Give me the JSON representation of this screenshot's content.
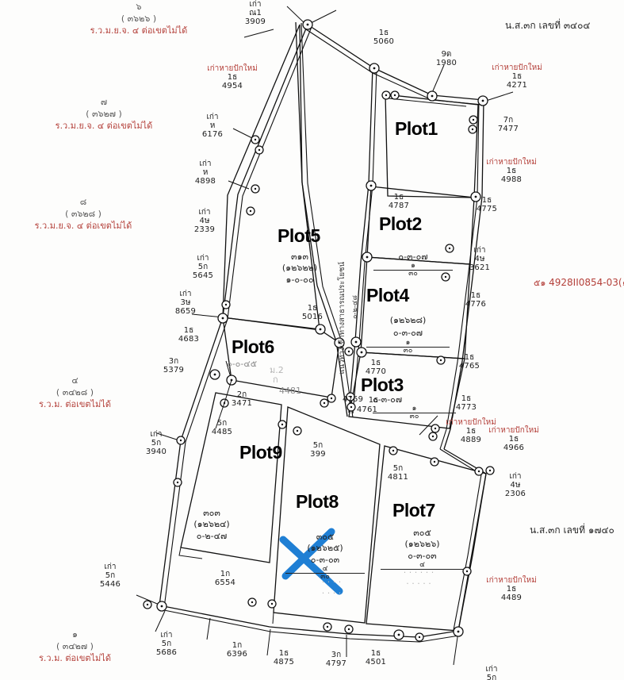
{
  "document": {
    "type": "cadastral-plot-map",
    "title_top_right": "น.ส.๓ก เลขที่ ๓๔๐๔",
    "title_bottom_right": "น.ส.๓ก เลขที่ ๑๗๔๐",
    "sheet_code_prefix": "๕๑",
    "sheet_code": "4928II0854-03(๑:",
    "road_label": "แนวทางเข้าทางสาธารณประโยชน์",
    "road_label_small": "๐-๒-๔๘"
  },
  "colors": {
    "ink": "#1c1c1c",
    "red_note": "#b4403a",
    "faint_text": "#8d8d8d",
    "strike_blue": "#1f7fd4",
    "paper": "#fdfdfc"
  },
  "plots": [
    {
      "name": "Plot1",
      "parcel_no": "",
      "parcel_paren": "",
      "area": ""
    },
    {
      "name": "Plot2",
      "parcel_no": "",
      "parcel_paren": "",
      "area": "๐-๓-๐๗",
      "area_frac_top": "๑",
      "area_frac_bottom": "๓๐"
    },
    {
      "name": "Plot3",
      "parcel_no": "",
      "parcel_paren": "",
      "area": "๐-๓-๐๗",
      "area_frac_top": "๑",
      "area_frac_bottom": "๓๐"
    },
    {
      "name": "Plot4",
      "parcel_no": "",
      "parcel_paren": "(๑๒๖๒๘)",
      "area": "๐-๓-๐๗",
      "area_frac_top": "๑",
      "area_frac_bottom": "๓๐"
    },
    {
      "name": "Plot5",
      "parcel_no": "๓๑๓",
      "parcel_paren": "(๑๒๖๒๒)",
      "area": "๑-๐-๐๐"
    },
    {
      "name": "Plot6",
      "parcel_no": "",
      "parcel_paren": "",
      "area": "๐-๐-๔๕"
    },
    {
      "name": "Plot7",
      "parcel_no": "๓๐๕",
      "parcel_paren": "(๑๒๖๒๖)",
      "area": "๐-๓-๐๓",
      "area_frac_top": "๔",
      "area_frac_bottom": ""
    },
    {
      "name": "Plot8",
      "parcel_no": "๓๐๕",
      "parcel_paren": "(๑๒๖๒๕)",
      "area": "๐-๓-๐๓",
      "area_frac_top": "๔",
      "area_frac_bottom": "๓๐",
      "struck_out": true
    },
    {
      "name": "Plot9",
      "parcel_no": "๓๐๓",
      "parcel_paren": "(๑๒๖๒๔)",
      "area": "๐-๒-๔๗"
    }
  ],
  "neighbour_notes": [
    {
      "num": "๖",
      "paren": "( ๓๖๒๖ )",
      "txt": "ร.ว.ม.ย.จ. ๔ ต่อเขตไม่ได้"
    },
    {
      "num": "๗",
      "paren": "( ๓๖๒๗ )",
      "txt": "ร.ว.ม.ย.จ. ๔ ต่อเขตไม่ได้"
    },
    {
      "num": "๘",
      "paren": "( ๓๖๒๘ )",
      "txt": "ร.ว.ม.ย.จ. ๔ ต่อเขตไม่ได้"
    },
    {
      "num": "๔",
      "paren": "( ๓๔๒๘ )",
      "txt": "ร.ว.ม. ต่อเขตไม่ได้"
    },
    {
      "num": "๑",
      "paren": "( ๓๔๒๗ )",
      "txt": "ร.ว.ม. ต่อเขตไม่ได้"
    }
  ],
  "markers": [
    {
      "id": "m-3909",
      "type": "เก่า",
      "code": "ณ1",
      "number": "3909",
      "red": false
    },
    {
      "id": "m-5060",
      "type": "",
      "code": "1ธ",
      "number": "5060",
      "red": false
    },
    {
      "id": "m-1980",
      "type": "",
      "code": "9ด",
      "number": "1980",
      "red": false
    },
    {
      "id": "m-4271",
      "type": "เก่าหายปักใหม่",
      "code": "1ธ",
      "number": "4271",
      "red": true
    },
    {
      "id": "m-7477",
      "type": "",
      "code": "7ก",
      "number": "7477",
      "red": false
    },
    {
      "id": "m-4988",
      "type": "เก่าหายปักใหม่",
      "code": "1ธ",
      "number": "4988",
      "red": true
    },
    {
      "id": "m-4954",
      "type": "เก่าหายปักใหม่",
      "code": "1ธ",
      "number": "4954",
      "red": true
    },
    {
      "id": "m-6176",
      "type": "เก่า",
      "code": "ห",
      "number": "6176",
      "red": false
    },
    {
      "id": "m-4898",
      "type": "เก่า",
      "code": "ห",
      "number": "4898",
      "red": false
    },
    {
      "id": "m-2339",
      "type": "เก่า",
      "code": "4ษ",
      "number": "2339",
      "red": false
    },
    {
      "id": "m-5645",
      "type": "เก่า",
      "code": "5ก",
      "number": "5645",
      "red": false
    },
    {
      "id": "m-8659",
      "type": "เก่า",
      "code": "3ษ",
      "number": "8659",
      "red": false
    },
    {
      "id": "m-4683",
      "type": "",
      "code": "1ธ",
      "number": "4683",
      "red": false
    },
    {
      "id": "m-5379",
      "type": "",
      "code": "3ก",
      "number": "5379",
      "red": false
    },
    {
      "id": "m-3940",
      "type": "เก่า",
      "code": "5ก",
      "number": "3940",
      "red": false
    },
    {
      "id": "m-5446",
      "type": "เก่า",
      "code": "5ก",
      "number": "5446",
      "red": false
    },
    {
      "id": "m-5686",
      "type": "เก่า",
      "code": "5ก",
      "number": "5686",
      "red": false
    },
    {
      "id": "m-3471",
      "type": "",
      "code": "2ก",
      "number": "3471",
      "red": false
    },
    {
      "id": "m-4485",
      "type": "",
      "code": "5ก",
      "number": "4485",
      "red": false
    },
    {
      "id": "m-399",
      "type": "",
      "code": "5ก",
      "number": "399",
      "red": false
    },
    {
      "id": "m-6554",
      "type": "",
      "code": "1ก",
      "number": "6554",
      "red": false
    },
    {
      "id": "m-6396",
      "type": "",
      "code": "1ก",
      "number": "6396",
      "red": false
    },
    {
      "id": "m-4875",
      "type": "",
      "code": "1ธ",
      "number": "4875",
      "red": false
    },
    {
      "id": "m-4797",
      "type": "",
      "code": "3ก",
      "number": "4797",
      "red": false
    },
    {
      "id": "m-4501",
      "type": "",
      "code": "1ธ",
      "number": "4501",
      "red": false
    },
    {
      "id": "m-5016",
      "type": "",
      "code": "1ธ",
      "number": "5016",
      "red": false
    },
    {
      "id": "m-4787",
      "type": "",
      "code": "1ธ",
      "number": "4787",
      "red": false
    },
    {
      "id": "m-4775",
      "type": "",
      "code": "1ธ",
      "number": "4775",
      "red": false
    },
    {
      "id": "m-3621",
      "type": "เก่า",
      "code": "4ษ",
      "number": "3621",
      "red": false
    },
    {
      "id": "m-4776",
      "type": "",
      "code": "1ธ",
      "number": "4776",
      "red": false
    },
    {
      "id": "m-4770",
      "type": "",
      "code": "1ธ",
      "number": "4770",
      "red": false
    },
    {
      "id": "m-4765",
      "type": "",
      "code": "1ธ",
      "number": "4765",
      "red": false
    },
    {
      "id": "m-4773",
      "type": "",
      "code": "1ธ",
      "number": "4773",
      "red": false
    },
    {
      "id": "m-4759",
      "type": "",
      "code": "1ธ",
      "number": "4759",
      "red": false
    },
    {
      "id": "m-4761",
      "type": "",
      "code": "",
      "number": "4761",
      "red": false
    },
    {
      "id": "m-4889",
      "type": "เก่าหายปักใหม่",
      "code": "1ธ",
      "number": "4889",
      "red": true
    },
    {
      "id": "m-4966",
      "type": "เก่าหายปักใหม่",
      "code": "1ธ",
      "number": "4966",
      "red": true
    },
    {
      "id": "m-2306",
      "type": "เก่า",
      "code": "4ษ",
      "number": "2306",
      "red": false
    },
    {
      "id": "m-4811",
      "type": "",
      "code": "5ก",
      "number": "4811",
      "red": false
    },
    {
      "id": "m-4489",
      "type": "เก่าหายปักใหม่",
      "code": "1ธ",
      "number": "4489",
      "red": true
    },
    {
      "id": "m-6556",
      "type": "เก่า",
      "code": "5ก",
      "number": "",
      "red": false
    },
    {
      "id": "m-4481",
      "type": "",
      "code": "",
      "number": "4481",
      "red": false
    }
  ],
  "plot6_faint": {
    "line1": "๐-๐-๔๕",
    "line2": "ม.2",
    "line3": "ก",
    "line4": "4481"
  },
  "plot7_faint": {
    "line1": "",
    "line2": ""
  }
}
